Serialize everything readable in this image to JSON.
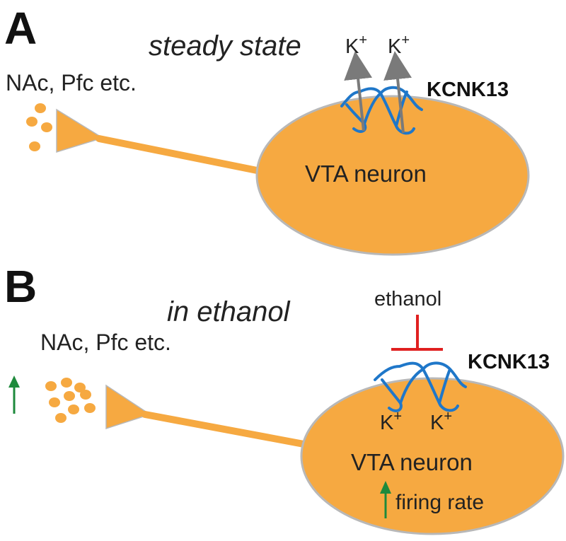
{
  "panel_a": {
    "letter": "A",
    "title": "steady state",
    "region": "NAc, Pfc etc.",
    "neuron": "VTA neuron",
    "channel": "KCNK13",
    "ion": "K",
    "ion_charge": "+"
  },
  "panel_b": {
    "letter": "B",
    "title": "in ethanol",
    "region": "NAc, Pfc etc.",
    "neuron": "VTA neuron",
    "channel": "KCNK13",
    "drug": "ethanol",
    "ion": "K",
    "ion_charge": "+",
    "effect": "firing rate"
  },
  "colors": {
    "neuron_fill": "#F6A941",
    "neuron_stroke": "#B8B8B8",
    "channel": "#1F77C9",
    "flux_arrow": "#7A7A7A",
    "inhibition": "#E02020",
    "increase_arrow": "#1E8A3C"
  },
  "icons": [
    "vesicle-dots",
    "upward-arrow-icon",
    "inhibition-bar-icon",
    "ion-channel-icon"
  ]
}
